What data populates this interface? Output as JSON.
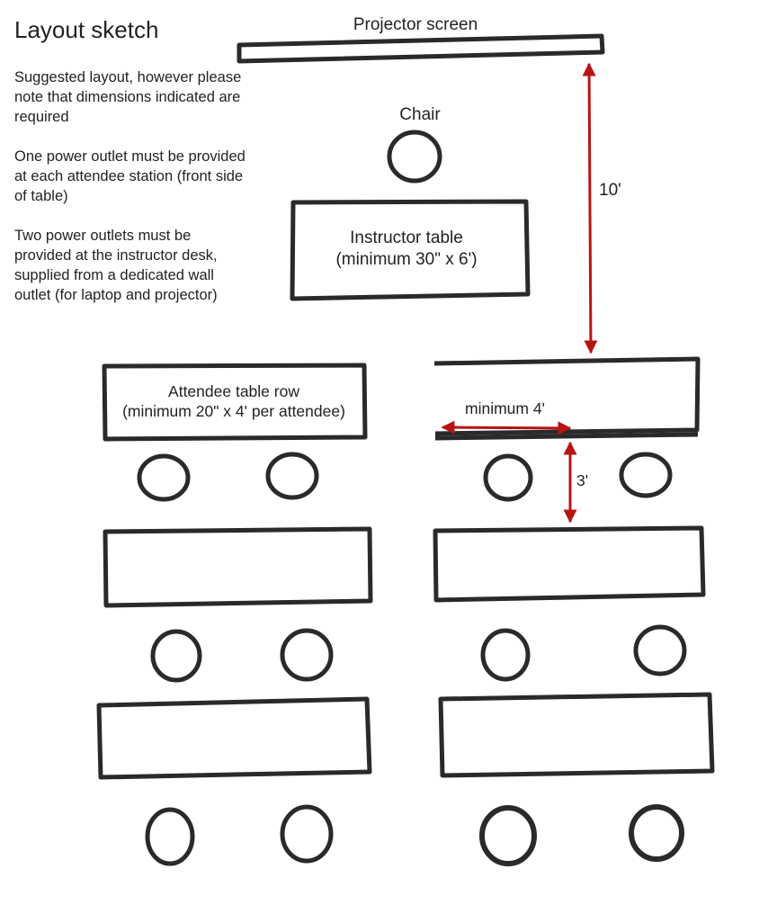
{
  "title": "Layout sketch",
  "notes": [
    "Suggested layout, however please note that dimensions indicated are required",
    "One power outlet must be provided at each attendee station (front side of table)",
    "Two power outlets must be provided at the instructor desk, supplied from a dedicated wall outlet (for laptop and projector)"
  ],
  "labels": {
    "projector_screen": "Projector screen",
    "chair": "Chair",
    "instructor_table": "Instructor table",
    "instructor_table_size": "(minimum 30\" x 6')",
    "attendee_table_row": "Attendee table row",
    "attendee_table_size": "(minimum 20\" x 4' per attendee)"
  },
  "dimensions": {
    "screen_to_tables": "10'",
    "station_width": "minimum 4'",
    "row_spacing": "3'"
  },
  "colors": {
    "ink": "#2a2a2a",
    "dimension_arrow": "#b81414"
  }
}
